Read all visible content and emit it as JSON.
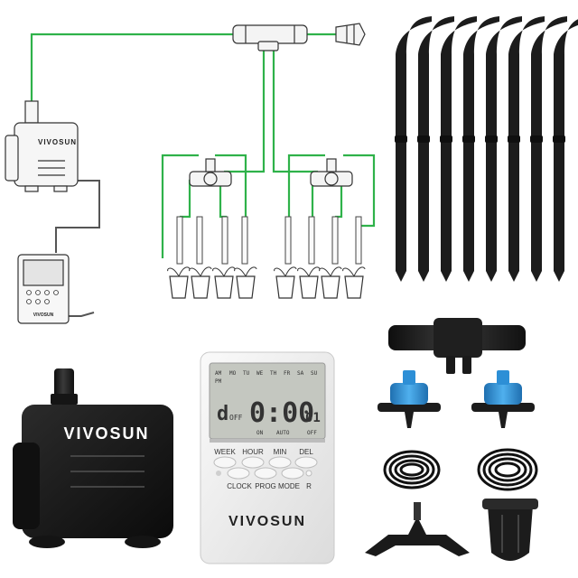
{
  "brand": "VIVOSUN",
  "timer": {
    "days": [
      "AM",
      "MO",
      "TU",
      "WE",
      "TH",
      "FR",
      "SA",
      "SU"
    ],
    "pm_label": "PM",
    "time_display": "0:00",
    "seconds_display": "01",
    "day_symbol": "d",
    "off_flag": "OFF",
    "status_labels": [
      "ON",
      "AUTO",
      "OFF"
    ],
    "top_buttons": [
      "WEEK",
      "HOUR",
      "MIN",
      "DEL"
    ],
    "bottom_buttons": [
      "CLOCK",
      "PROG",
      "MODE",
      "R"
    ]
  },
  "diagram_timer": {
    "button_rows": [
      "WEEK HOUR MIN DEL",
      "CLOCK PROG MODE"
    ]
  },
  "colors": {
    "tube_green": "#2fb24a",
    "lcd_background": "#c4c7c0",
    "dripper_blue": "#2d8fd6",
    "plastic_black": "#1c1c1c",
    "timer_body": "#ececec"
  }
}
